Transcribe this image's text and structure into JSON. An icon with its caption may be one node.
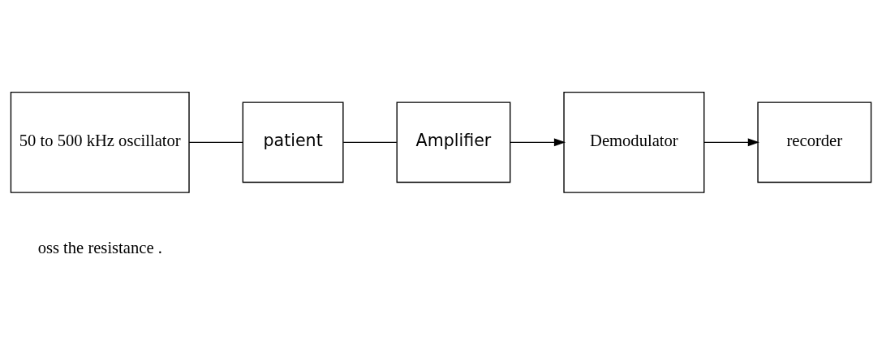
{
  "diagram": {
    "nodes": [
      {
        "text": [
          "50 to 500 kHz oscillator"
        ]
      },
      {
        "text": [
          "patient"
        ]
      },
      {
        "text": [
          "Amplifier"
        ]
      },
      {
        "text": [
          "Demodulator"
        ]
      },
      {
        "text": [
          "recorder"
        ]
      }
    ],
    "edges": [
      {
        "from": 0,
        "to": 1,
        "arrow": "none"
      },
      {
        "from": 1,
        "to": 2,
        "arrow": "none"
      },
      {
        "from": 2,
        "to": 3,
        "arrow": "to"
      },
      {
        "from": 3,
        "to": 4,
        "arrow": "to"
      }
    ],
    "labels": [
      "oss the resistance ."
    ]
  }
}
